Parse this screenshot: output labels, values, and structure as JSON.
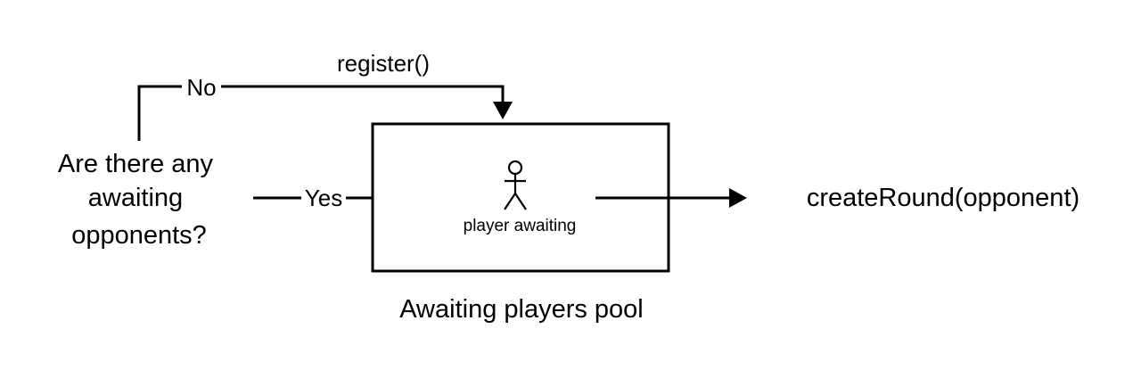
{
  "diagram": {
    "question_lines": [
      "Are there any",
      "awaiting",
      "opponents?"
    ],
    "register_label": "register()",
    "no_label": "No",
    "yes_label": "Yes",
    "actor_label": "player awaiting",
    "pool_label": "Awaiting players pool",
    "output_label": "createRound(opponent)"
  }
}
